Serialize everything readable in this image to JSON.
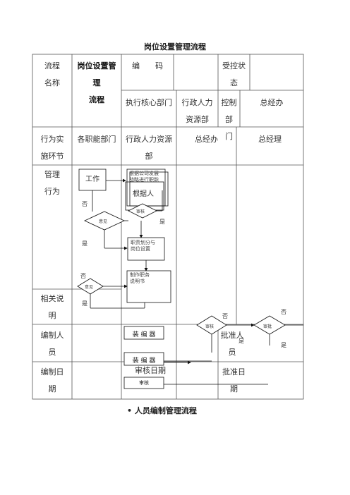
{
  "title": "岗位设置管理流程",
  "subtitle": "• 人员编制管理流程",
  "header": {
    "process_name_label": [
      "流程",
      "名称"
    ],
    "process_name_value": [
      "岗位设置管",
      "理",
      "流程"
    ],
    "code_label": "编　　码",
    "control_status_label": [
      "受控状",
      "态"
    ],
    "exec_dept_label": "执行核心部门",
    "hr_dept": [
      "行政人力",
      "资源部"
    ],
    "control_dept_label": [
      "控制部",
      "门"
    ],
    "gm_office": "总经办"
  },
  "roles_row": {
    "label": [
      "行为实",
      "施环节"
    ],
    "col1": "各职能部门",
    "col2": [
      "行政人力资源",
      "部"
    ],
    "col3": "总经办",
    "col4": "总经理"
  },
  "behavior_row": {
    "label": [
      "管理",
      "行为"
    ]
  },
  "flow": {
    "work_box": "工作",
    "basis_box": [
      "根据公司发展",
      "战略进行职能"
    ],
    "basis_box2": "根据人",
    "review_diamond": "审核",
    "opinion_diamond": "意见",
    "no1": "否",
    "yes1": "是",
    "yes_right": "是",
    "duty_box": [
      "职责划分与",
      "岗位设置"
    ],
    "make_box": [
      "制作职务",
      "说明书"
    ],
    "opinion2_diamond": "意见",
    "no2": "否",
    "yes2": "是",
    "audit_diamond": "审核",
    "approve_diamond": "审批",
    "no3": "否",
    "no4": "否",
    "yes3": "是",
    "yes4": "是"
  },
  "desc_row": {
    "label": [
      "相关说",
      "明"
    ]
  },
  "editor_row": {
    "label": [
      "编制人",
      "员"
    ],
    "editor_box1": "装 编 器",
    "editor_box2": "装 编 器",
    "approver_label": [
      "批准人",
      "员"
    ]
  },
  "date_row": {
    "label": [
      "编制日",
      "期"
    ],
    "review_date_label": "审核日期",
    "review_date_box": "审核",
    "approve_date_label": [
      "批准日",
      "期"
    ]
  }
}
